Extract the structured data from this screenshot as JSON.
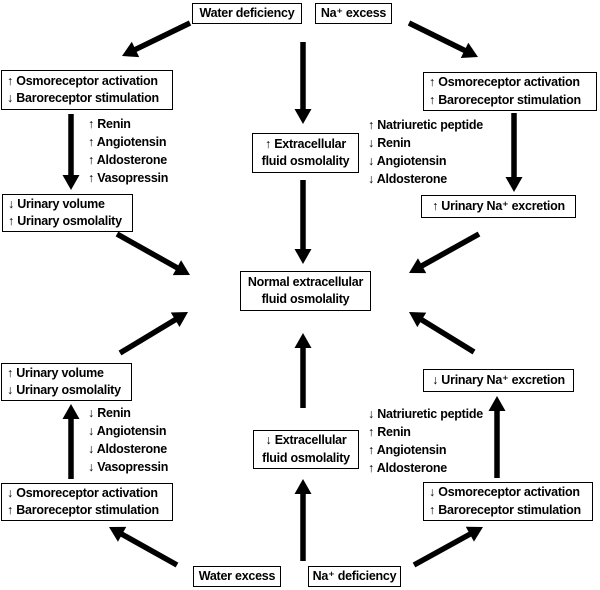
{
  "figure": {
    "title": "Extracellular fluid osmolality regulation flowchart",
    "colors": {
      "ink": "#000000",
      "background": "#ffffff"
    },
    "boxes": {
      "water_deficiency": "Water deficiency",
      "na_excess": "Na⁺ excess",
      "osmo_top_left": "↑ Osmoreceptor activation\n↓ Baroreceptor stimulation",
      "osmo_top_right": "↑ Osmoreceptor activation\n↑ Baroreceptor stimulation",
      "ecf_up": "↑ Extracellular\nfluid osmolality",
      "urinary_left_top": "↓ Urinary volume\n↑ Urinary osmolality",
      "urinary_na_up": "↑ Urinary Na⁺ excretion",
      "normal_center": "Normal extracellular\nfluid osmolality",
      "urinary_left_bottom": "↑ Urinary volume\n↓ Urinary osmolality",
      "urinary_na_down": "↓ Urinary Na⁺ excretion",
      "ecf_down": "↓ Extracellular\nfluid osmolality",
      "osmo_bottom_left": "↓ Osmoreceptor activation\n↑ Baroreceptor stimulation",
      "osmo_bottom_right": "↓ Osmoreceptor activation\n↑ Baroreceptor stimulation",
      "water_excess": "Water excess",
      "na_deficiency": "Na⁺ deficiency"
    },
    "notes": {
      "renin_up": "↑ Renin\n↑ Angiotensin\n↑ Aldosterone\n↑ Vasopressin",
      "natriuretic_up": "↑ Natriuretic peptide\n↓ Renin\n↓ Angiotensin\n↓ Aldosterone",
      "renin_down": "↓ Renin\n↓ Angiotensin\n↓ Aldosterone\n↓ Vasopressin",
      "natriuretic_down": "↓ Natriuretic peptide\n↑ Renin\n↑ Angiotensin\n↑ Aldosterone"
    },
    "connectors": [
      [
        190,
        23,
        122,
        56
      ],
      [
        409,
        23,
        478,
        57
      ],
      [
        303,
        42,
        303,
        124
      ],
      [
        71,
        114,
        71,
        190
      ],
      [
        514,
        113,
        514,
        192
      ],
      [
        117,
        234,
        190,
        275
      ],
      [
        479,
        234,
        409,
        273
      ],
      [
        303,
        180,
        303,
        264
      ],
      [
        303,
        408,
        303,
        333
      ],
      [
        120,
        353,
        188,
        312
      ],
      [
        474,
        352,
        409,
        312
      ],
      [
        71,
        479,
        71,
        404
      ],
      [
        497,
        478,
        497,
        396
      ],
      [
        177,
        565,
        109,
        527
      ],
      [
        414,
        565,
        483,
        527
      ],
      [
        303,
        561,
        303,
        479
      ]
    ]
  }
}
